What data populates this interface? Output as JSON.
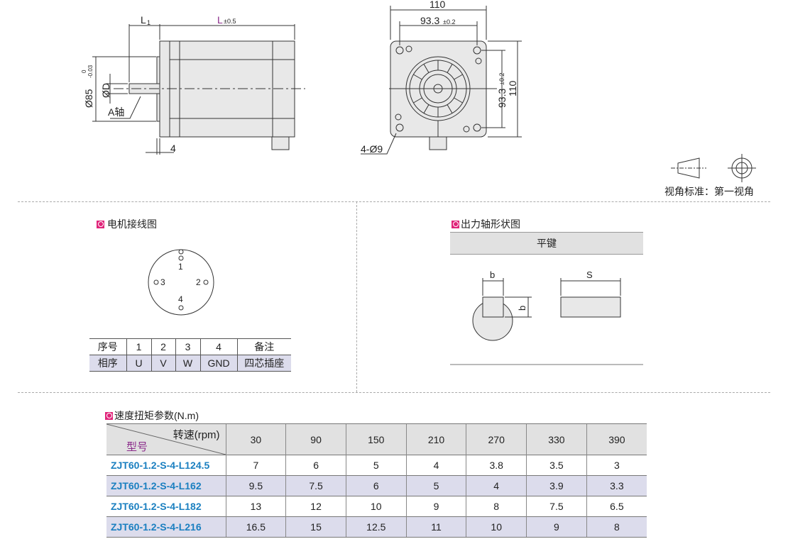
{
  "side_view": {
    "l1": "L",
    "l1_sub": "1",
    "l": "L",
    "l_tol": "±0.5",
    "dia": "Ø85",
    "dia_tol_upper": "0",
    "dia_tol_lower": "-0.03",
    "shaft_d": "ØD",
    "shaft_label": "A轴",
    "flange": "4"
  },
  "front_view": {
    "width": "110",
    "hole_pitch": "93.3",
    "hole_pitch_tol": "±0.2",
    "height": "110",
    "v_pitch": "93.3",
    "v_pitch_tol": "±0.2",
    "holes": "4-Ø9"
  },
  "projection": {
    "label": "视角标准：第一视角"
  },
  "wiring": {
    "title": "电机接线图",
    "pins": [
      "1",
      "2",
      "3",
      "4"
    ],
    "table": {
      "row1": [
        "序号",
        "1",
        "2",
        "3",
        "4",
        "备注"
      ],
      "row2": [
        "相序",
        "U",
        "V",
        "W",
        "GND",
        "四芯插座"
      ]
    }
  },
  "shaft": {
    "title": "出力轴形状图",
    "type": "平键",
    "b": "b",
    "b2": "b",
    "s": "S"
  },
  "torque": {
    "title": "速度扭矩参数(N.m)",
    "speed_label": "转速(rpm)",
    "model_label": "型号",
    "speeds": [
      "30",
      "90",
      "150",
      "210",
      "270",
      "330",
      "390"
    ],
    "rows": [
      {
        "model": "ZJT60-1.2-S-4-L124.5",
        "values": [
          "7",
          "6",
          "5",
          "4",
          "3.8",
          "3.5",
          "3"
        ]
      },
      {
        "model": "ZJT60-1.2-S-4-L162",
        "values": [
          "9.5",
          "7.5",
          "6",
          "5",
          "4",
          "3.9",
          "3.3"
        ]
      },
      {
        "model": "ZJT60-1.2-S-4-L182",
        "values": [
          "13",
          "12",
          "10",
          "9",
          "8",
          "7.5",
          "6.5"
        ]
      },
      {
        "model": "ZJT60-1.2-S-4-L216",
        "values": [
          "16.5",
          "15",
          "12.5",
          "11",
          "10",
          "9",
          "8"
        ]
      }
    ]
  },
  "colors": {
    "accent": "#e0247a",
    "model_text": "#1a7fc0",
    "row_alt": "#dcdcec",
    "header_bg": "#e1e1e1"
  }
}
